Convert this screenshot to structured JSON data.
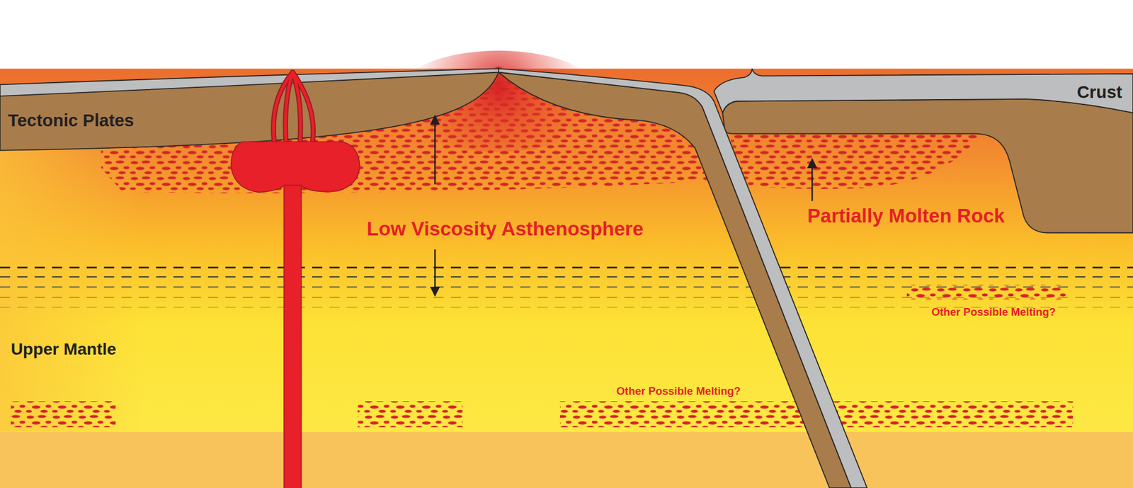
{
  "diagram": {
    "labels": [
      "Crust",
      "Tectonic Plates",
      "Partially Molten Rock",
      "Low Viscosity Asthenosphere",
      "Other Possible Melting?",
      "Upper Mantle",
      "Other Possible Melting?"
    ]
  }
}
